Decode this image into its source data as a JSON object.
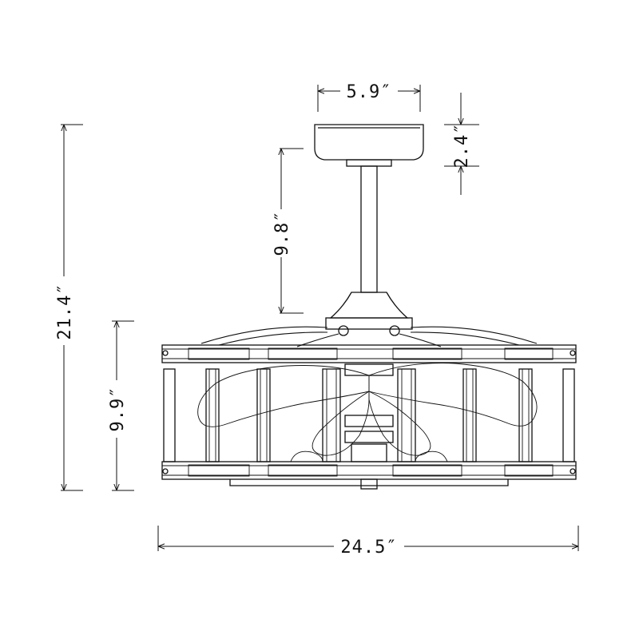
{
  "dimensions": {
    "canopy_width": "5.9″",
    "canopy_height": "2.4″",
    "downrod_length": "9.8″",
    "overall_height": "21.4″",
    "cage_height": "9.9″",
    "overall_width": "24.5″"
  },
  "colors": {
    "line": "#111111",
    "background": "#ffffff"
  }
}
